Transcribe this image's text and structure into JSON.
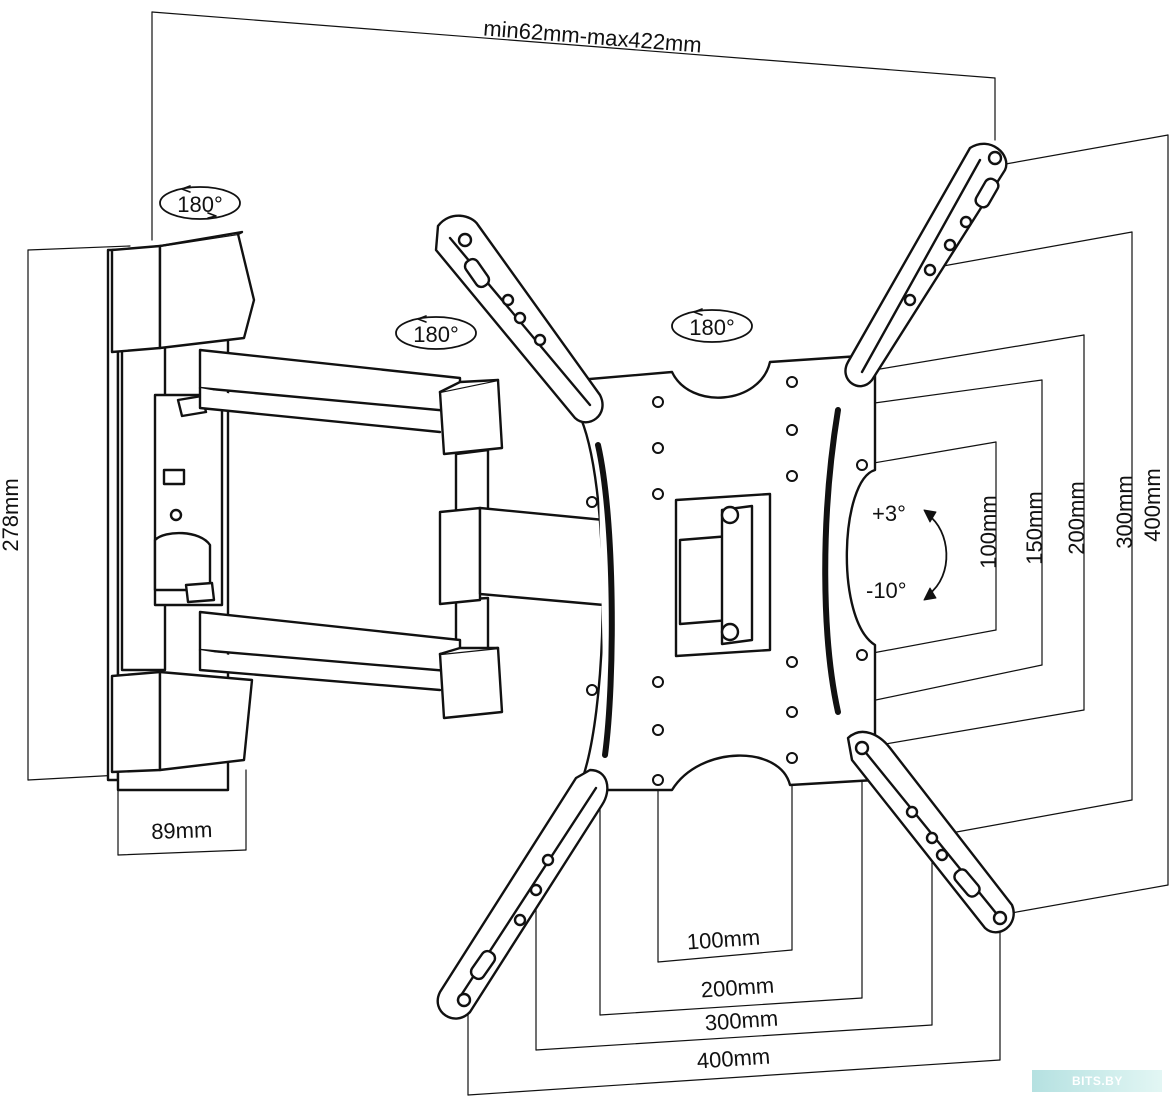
{
  "labels": {
    "depth_range": "min62mm-max422mm",
    "rotation_wall": "180°",
    "rotation_arm": "180°",
    "rotation_plate": "180°",
    "tilt_up": "+3°",
    "tilt_down": "-10°",
    "wall_height": "278mm",
    "wall_width": "89mm",
    "vesa_h_100": "100mm",
    "vesa_h_200": "200mm",
    "vesa_h_300": "300mm",
    "vesa_h_400": "400mm",
    "vesa_v_100": "100mm",
    "vesa_v_150": "150mm",
    "vesa_v_200": "200mm",
    "vesa_v_300": "300mm",
    "vesa_v_400": "400mm"
  },
  "watermark": "BITS.BY",
  "colors": {
    "line": "#111111",
    "fill": "#ffffff",
    "watermark": "#7cc9c7"
  }
}
